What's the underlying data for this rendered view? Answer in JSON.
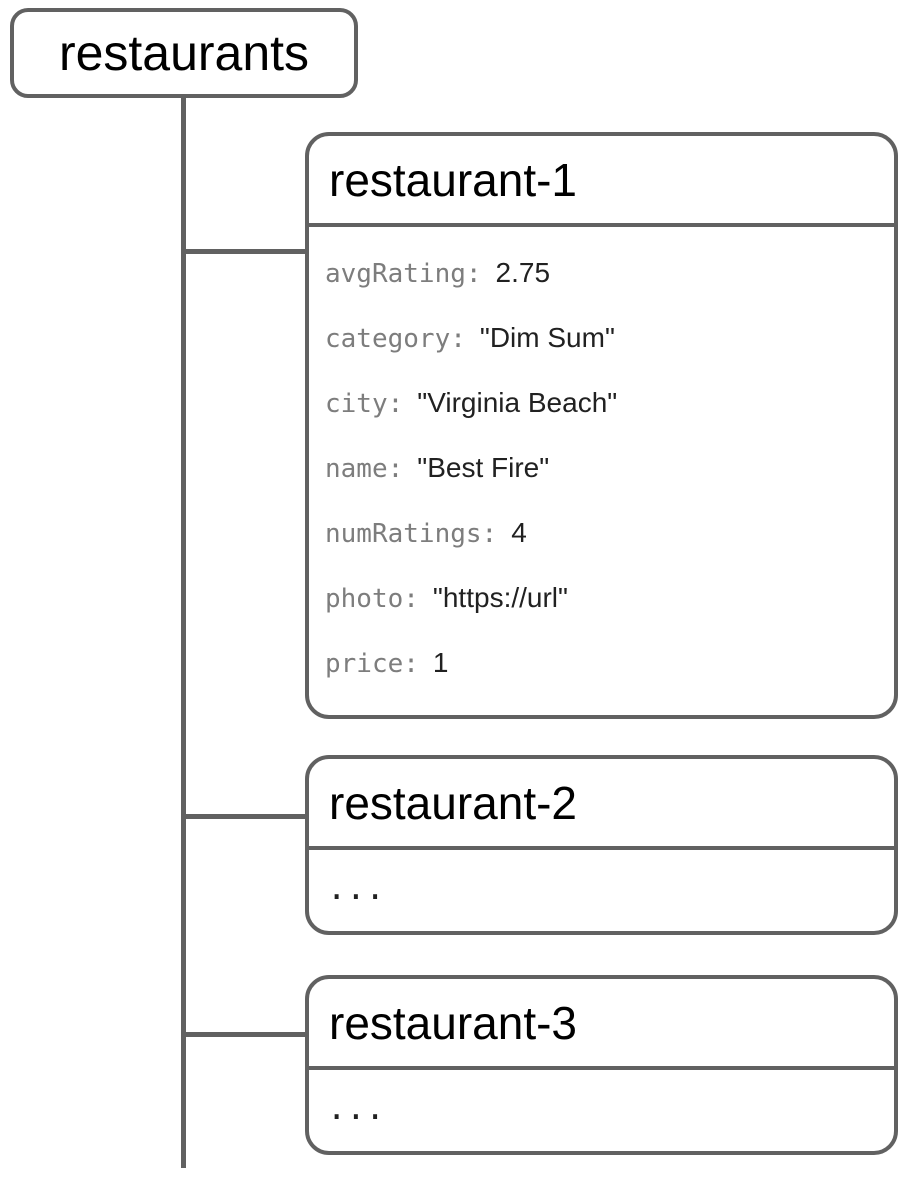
{
  "diagram": {
    "root": {
      "label": "restaurants"
    },
    "documents": [
      {
        "id": "restaurant-1",
        "fields": [
          {
            "key": "avgRating:",
            "value": "2.75"
          },
          {
            "key": "category:",
            "value": "\"Dim Sum\""
          },
          {
            "key": "city:",
            "value": "\"Virginia Beach\""
          },
          {
            "key": "name:",
            "value": "\"Best Fire\""
          },
          {
            "key": "numRatings:",
            "value": "4"
          },
          {
            "key": "photo:",
            "value": "\"https://url\""
          },
          {
            "key": "price:",
            "value": "1"
          }
        ]
      },
      {
        "id": "restaurant-2",
        "placeholder": "..."
      },
      {
        "id": "restaurant-3",
        "placeholder": "..."
      }
    ],
    "colors": {
      "line": "#616161",
      "key_text": "#7d7d7d",
      "value_text": "#212121",
      "title_text": "#000000",
      "background": "#ffffff"
    }
  }
}
